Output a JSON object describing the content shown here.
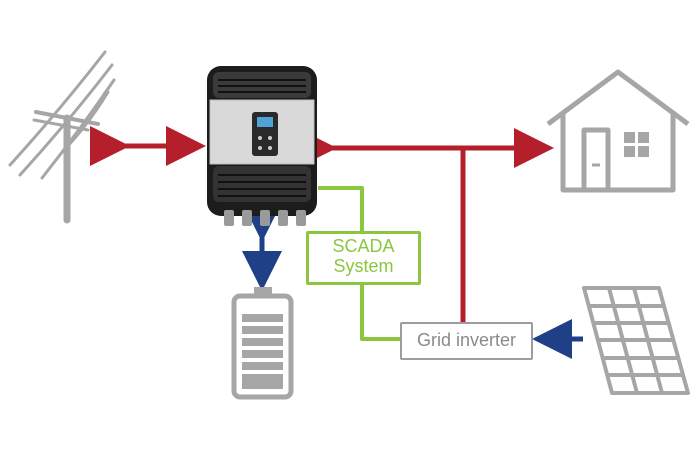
{
  "diagram": {
    "nodes": {
      "grid": {
        "icon": "power-pole-icon"
      },
      "controller": {
        "icon": "inverter-charger-icon"
      },
      "battery": {
        "icon": "battery-icon"
      },
      "house": {
        "icon": "house-icon"
      },
      "solar": {
        "icon": "solar-panel-icon"
      },
      "scada": {
        "line1": "SCADA",
        "line2": "System"
      },
      "grid_inverter": {
        "label": "Grid inverter"
      }
    },
    "colors": {
      "ac_power": "#b51e2b",
      "dc_power": "#1f3f86",
      "data_link": "#8cc63f",
      "icons": "#a6a6a6",
      "device_body": "#1c1c1c"
    }
  }
}
